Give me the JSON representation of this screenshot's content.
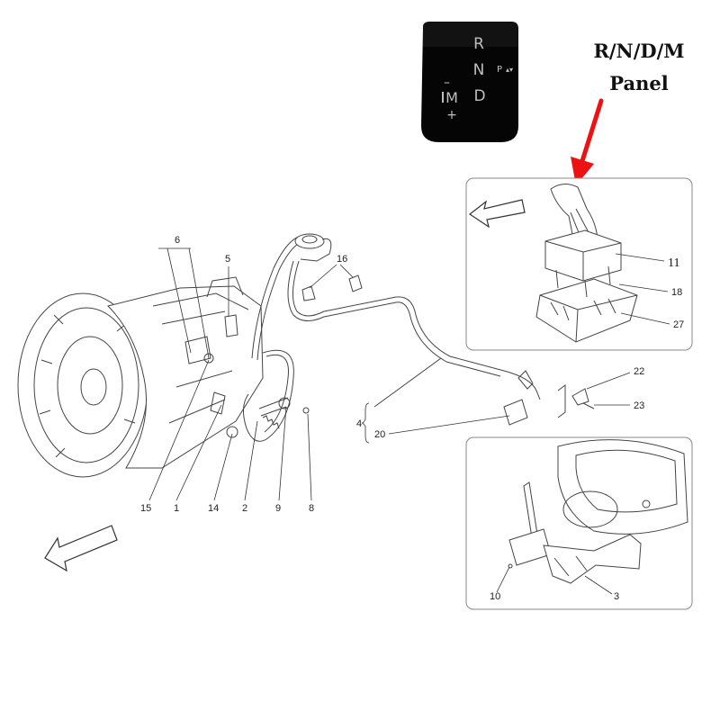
{
  "annotation": {
    "line1": "R/N/D/M",
    "line2": "Panel"
  },
  "panel": {
    "r": "R",
    "n": "N",
    "d": "D",
    "m": "M",
    "p": "P",
    "minus": "–",
    "plus": "+"
  },
  "callouts": {
    "c6": "6",
    "c5": "5",
    "c16": "16",
    "c11": "11",
    "c18": "18",
    "c27": "27",
    "c22": "22",
    "c23": "23",
    "c4": "4",
    "c20": "20",
    "c15": "15",
    "c1": "1",
    "c14": "14",
    "c2": "2",
    "c9": "9",
    "c8": "8",
    "c10": "10",
    "c3": "3"
  },
  "colors": {
    "arrow": "#ee1111",
    "panel": "#050505"
  }
}
